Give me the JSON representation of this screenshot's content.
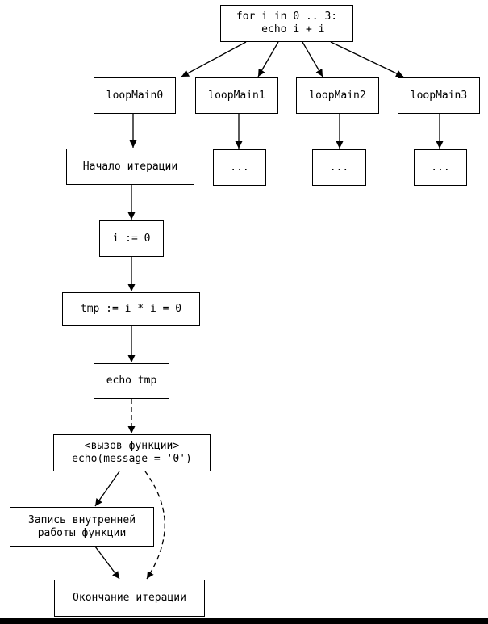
{
  "nodes": {
    "root": [
      "for i in 0 .. 3:",
      "  echo i + i"
    ],
    "loop0": "loopMain0",
    "loop1": "loopMain1",
    "loop2": "loopMain2",
    "loop3": "loopMain3",
    "dots1": "...",
    "dots2": "...",
    "dots3": "...",
    "iter_start": "Начало итерации",
    "assign_i": "i := 0",
    "assign_tmp": "tmp := i * i = 0",
    "echo_tmp": "echo tmp",
    "call": [
      "<вызов функции>",
      "echo(message = '0')"
    ],
    "record": [
      "Запись внутренней",
      "работы функции"
    ],
    "iter_end": "Окончание итерации"
  }
}
